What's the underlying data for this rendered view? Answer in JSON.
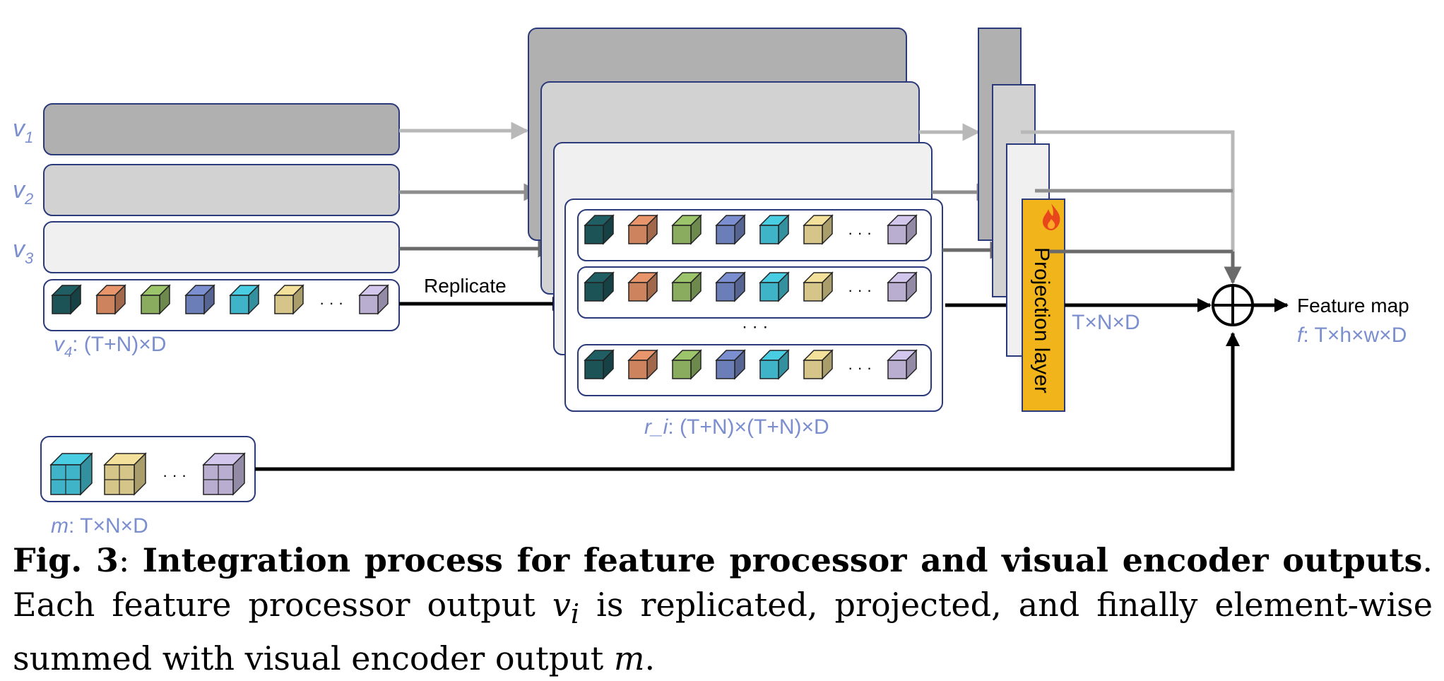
{
  "diagram": {
    "labels": {
      "v1": "v",
      "v1_sub": "1",
      "v2": "v",
      "v2_sub": "2",
      "v3": "v",
      "v3_sub": "3",
      "v4": "v",
      "v4_sub": "4",
      "v4_dims": ": (T+N)×D",
      "replicate": "Replicate",
      "ri_name": "r_i",
      "ri_dims": ": (T+N)×(T+N)×D",
      "projection": "Projection layer",
      "proj_dims": "T×N×D",
      "feature_map": "Feature map",
      "f_name": "f",
      "f_dims": ": T×h×w×D",
      "m_name": "m",
      "m_dims": ": T×N×D",
      "ellipsis": "· · ·",
      "vdots": "· · ·"
    },
    "colors": {
      "v1_fill": "#b0b0b0",
      "v2_fill": "#d2d2d2",
      "v3_fill": "#f0f0f0",
      "frame": "#2b3a7a",
      "label_blue": "#7b8fcf",
      "projection_fill": "#f2b41b",
      "arrow_v1": "#b8b8b8",
      "arrow_v2": "#8e8e8e",
      "arrow_v3": "#6a6a6a",
      "token_colors": [
        "#1f5e63",
        "#e8956b",
        "#9cc46b",
        "#7b8fd0",
        "#48cde3",
        "#f3e09a",
        "#d2c6ec"
      ]
    },
    "icons": {
      "flame": "flame-icon",
      "sum": "circled-plus-icon"
    }
  },
  "caption": {
    "fig": "Fig. 3",
    "sep": ": ",
    "title": "Integration process for feature processor and visual encoder outputs",
    "period": ".",
    "body_a": " Each feature processor output ",
    "v_var": "v",
    "v_sub": "i",
    "body_b": " is replicated, projected, and finally element-wise summed with visual encoder output ",
    "m_var": "m",
    "body_c": "."
  }
}
